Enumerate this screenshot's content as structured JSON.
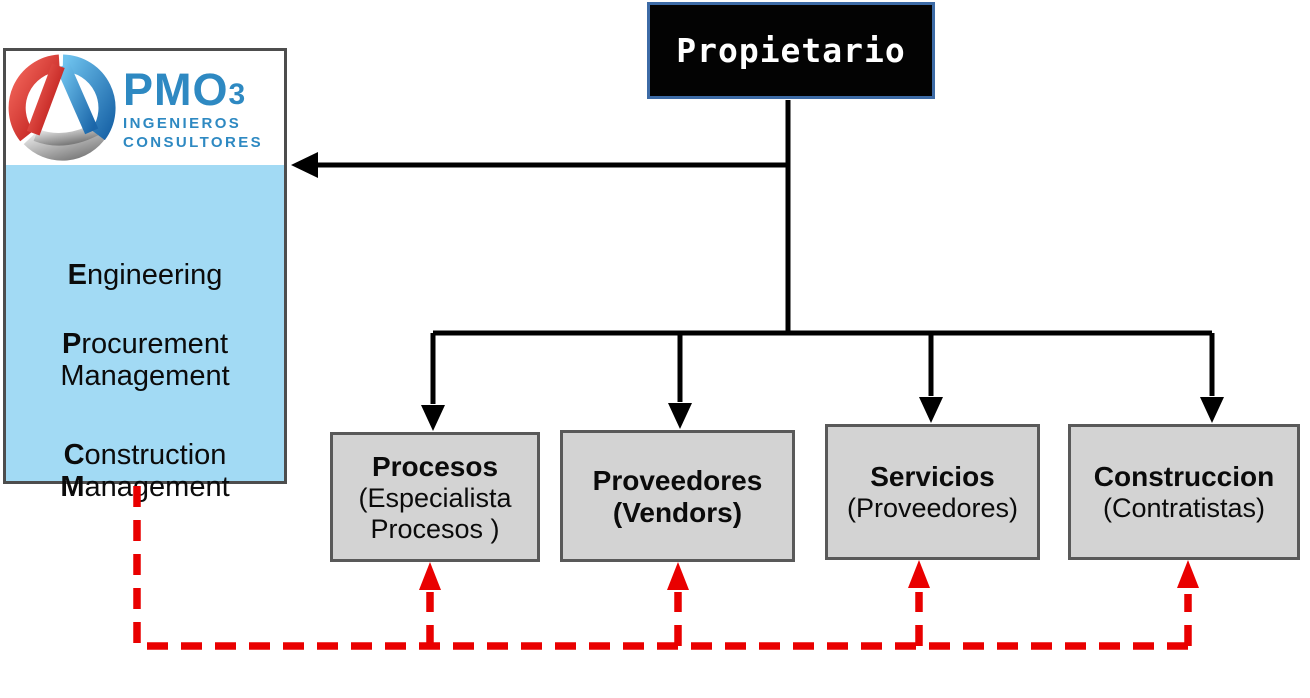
{
  "colors": {
    "propietario_bg": "#030303",
    "propietario_border": "#3d6ba6",
    "pmo_box_fill": "#a2daf4",
    "pmo_box_border": "#4d4d4d",
    "dept_fill": "#d3d3d3",
    "dept_border": "#595959",
    "connector_black": "#000000",
    "connector_red": "#e90000",
    "logo_blue": "#2e89c2",
    "text_dark": "#0b0b0b"
  },
  "propietario": {
    "label": "Propietario"
  },
  "pmo": {
    "logo": {
      "brand": "PMO",
      "brand_sub": "3",
      "tagline1": "INGENIEROS",
      "tagline2": "CONSULTORES"
    },
    "services": [
      {
        "bold": "E",
        "rest": "ngineering"
      },
      {
        "bold": "P",
        "rest": "rocurement"
      },
      {
        "bold": "",
        "rest": "Management"
      },
      {
        "bold": "C",
        "rest": "onstruction"
      },
      {
        "bold": "M",
        "rest": "anagement"
      }
    ]
  },
  "departments": [
    {
      "title": "Procesos",
      "subtitle_lines": [
        "(Especialista",
        "Procesos )"
      ],
      "subtitle_bold": false
    },
    {
      "title": "Proveedores",
      "subtitle_lines": [
        "(Vendors)"
      ],
      "subtitle_bold": true
    },
    {
      "title": "Servicios",
      "subtitle_lines": [
        "(Proveedores)"
      ],
      "subtitle_bold": false
    },
    {
      "title": "Construccion",
      "subtitle_lines": [
        "(Contratistas)"
      ],
      "subtitle_bold": false
    }
  ]
}
